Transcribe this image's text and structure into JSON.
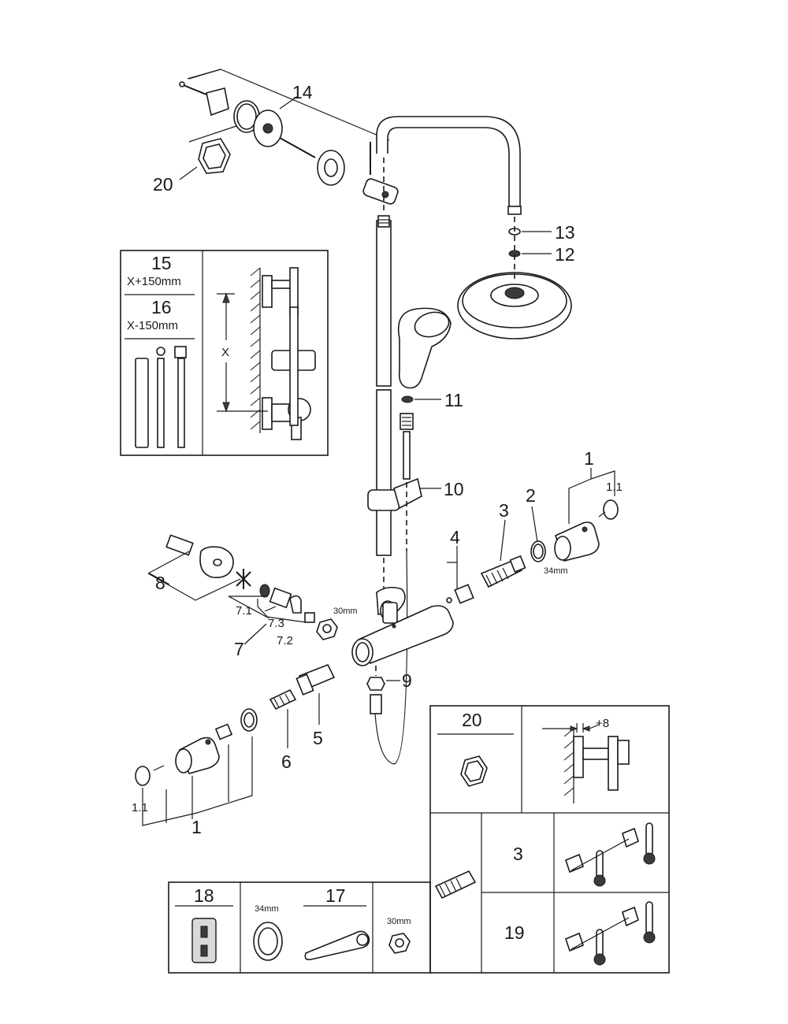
{
  "callouts": {
    "p1_top": "1",
    "p1_1_top": "1.1",
    "p2": "2",
    "p34mm_top": "34mm",
    "p3": "3",
    "p4": "4",
    "p5": "5",
    "p6": "6",
    "p7": "7",
    "p7_1": "7.1",
    "p7_2": "7.2",
    "p7_3": "7.3",
    "p30mm_mid": "30mm",
    "p8": "8",
    "p9": "9",
    "p10": "10",
    "p11": "11",
    "p12": "12",
    "p13": "13",
    "p14": "14",
    "p20": "20",
    "p1_bottom": "1",
    "p1_1_bottom": "1.1"
  },
  "extension_box": {
    "label_15": "15",
    "dim_15": "X+150mm",
    "label_16": "16",
    "dim_16": "X-150mm",
    "dim_x": "X"
  },
  "spare_box_right": {
    "label_20": "20",
    "offset": "+8",
    "label_3": "3",
    "label_19": "19"
  },
  "tools_box": {
    "label_18": "18",
    "size_34": "34mm",
    "label_17": "17",
    "size_30": "30mm"
  }
}
